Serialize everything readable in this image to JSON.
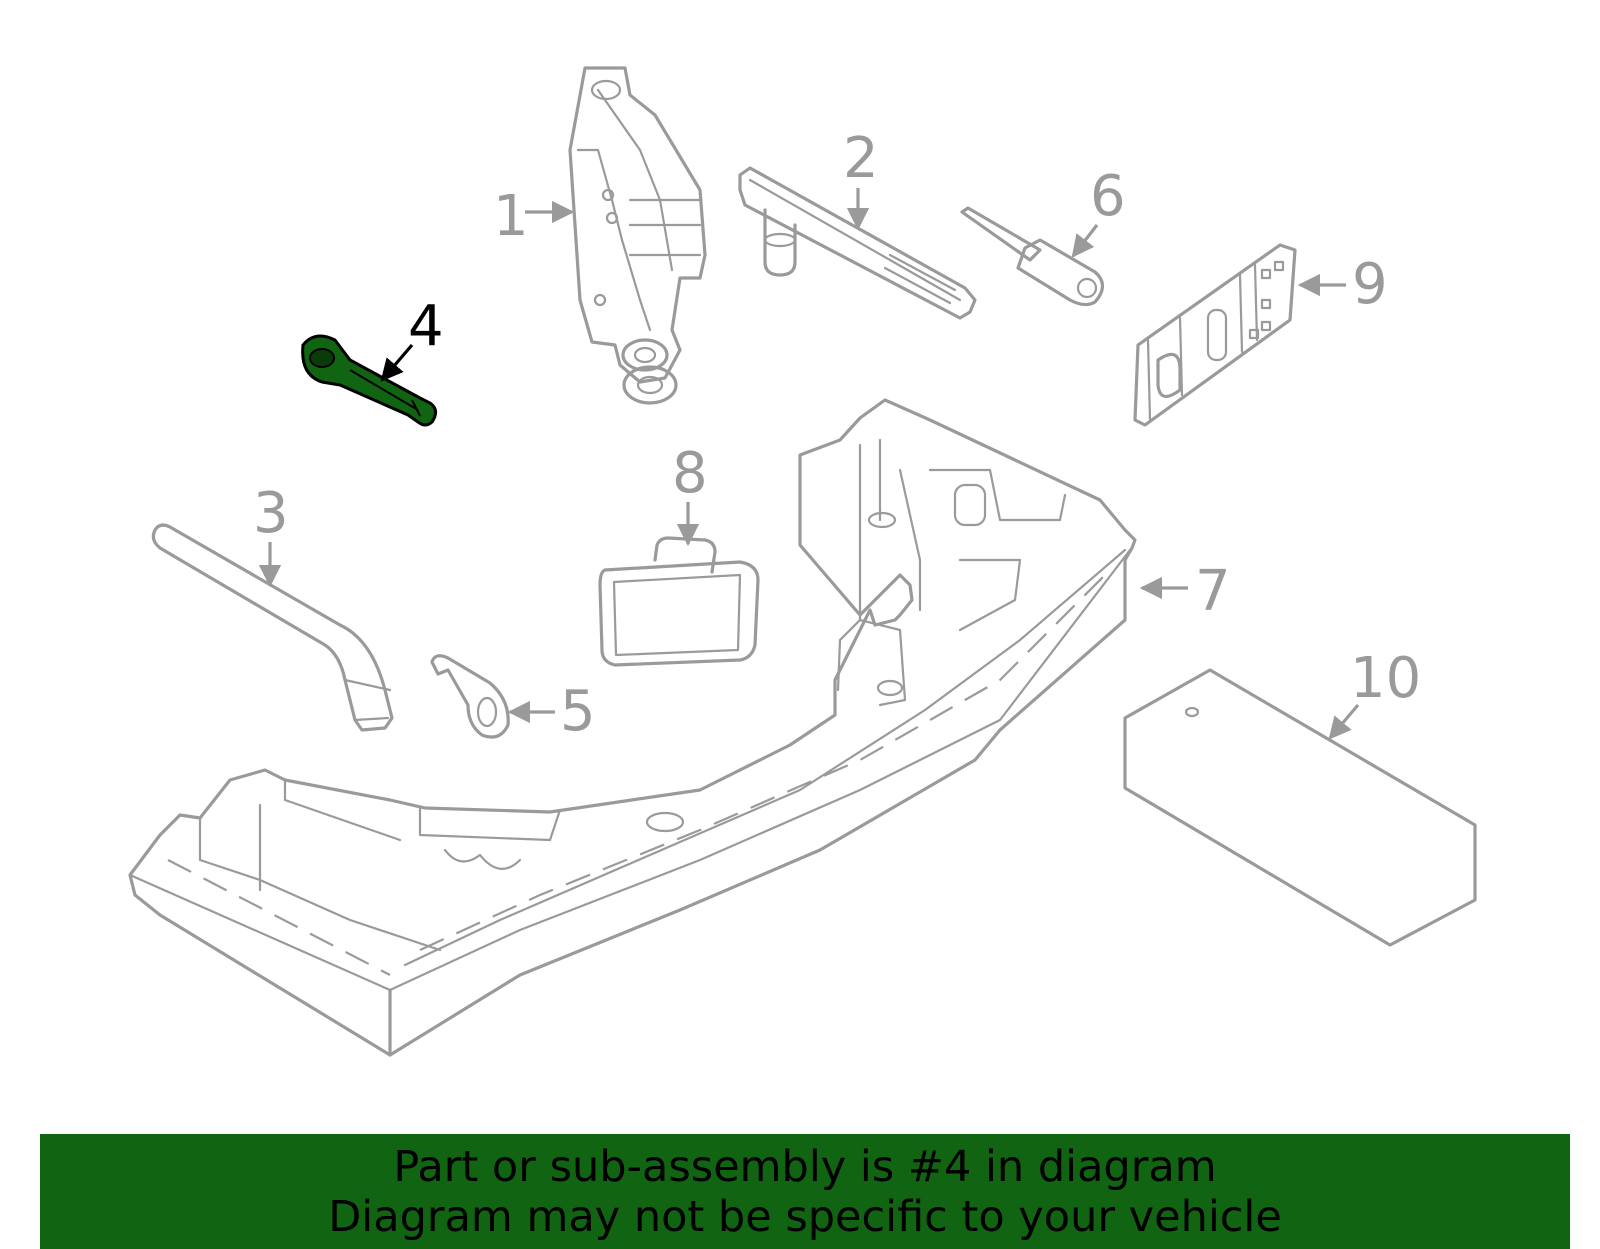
{
  "callouts": {
    "c1": "1",
    "c2": "2",
    "c3": "3",
    "c4": "4",
    "c5": "5",
    "c6": "6",
    "c7": "7",
    "c8": "8",
    "c9": "9",
    "c10": "10"
  },
  "highlighted_part": "4",
  "colors": {
    "highlight": "#116411",
    "line": "#9a9a9a",
    "banner": "#116411"
  },
  "banner": {
    "line1": "Part or sub-assembly is #4 in diagram",
    "line2": "Diagram may not be specific to your vehicle"
  }
}
